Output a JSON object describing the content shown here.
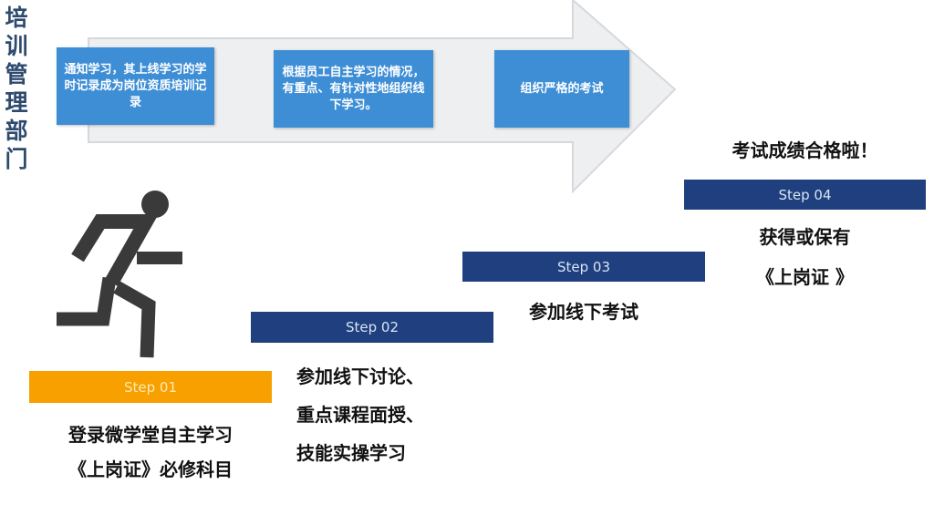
{
  "department_title": "培训管理部门",
  "arrow_boxes": [
    "通知学习，其上线学习的学时记录成为岗位资质培训记录",
    "根据员工自主学习的情况，有重点、有针对性地组织线下学习。",
    "组织严格的考试"
  ],
  "steps": [
    {
      "label": "Step 01",
      "lines": [
        "登录微学堂自主学习",
        "《上岗证》必修科目"
      ]
    },
    {
      "label": "Step 02",
      "lines": [
        "参加线下讨论、",
        "重点课程面授、",
        "技能实操学习"
      ]
    },
    {
      "label": "Step 03",
      "lines": [
        "参加线下考试"
      ]
    },
    {
      "label": "Step 04",
      "lines": [
        "获得或保有",
        "《上岗证 》"
      ]
    }
  ],
  "pass_note": "考试成绩合格啦！",
  "colors": {
    "step1": "#f7a000",
    "steps": "#1f3f7f",
    "boxes": "#3e8ed6"
  }
}
